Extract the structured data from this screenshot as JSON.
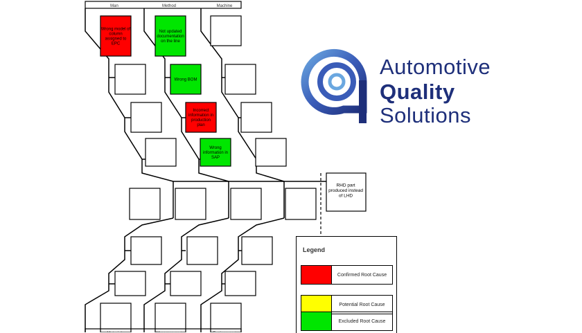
{
  "diagram": {
    "top_headers": [
      "Man",
      "Method",
      "Machine"
    ],
    "bottom_headers": [
      "Material",
      "Measurement",
      "Environment"
    ],
    "effect": "RHD part produced instead of LHD",
    "causes": [
      {
        "text": "Wrong model of column assigned to EPC",
        "status": "confirmed"
      },
      {
        "text": "Not updated documentation on the line",
        "status": "excluded"
      },
      {
        "text": "Wrong BOM",
        "status": "excluded"
      },
      {
        "text": "Incorrect information in production plan",
        "status": "confirmed"
      },
      {
        "text": "Wrong information in SAP",
        "status": "excluded"
      }
    ]
  },
  "legend": {
    "title": "Legend",
    "items": [
      {
        "label": "Confirmed Root Cause",
        "color": "#ff0000"
      },
      {
        "label": "Potential Root Cause",
        "color": "#ffff00"
      },
      {
        "label": "Excluded Root Cause",
        "color": "#00e600"
      }
    ]
  },
  "logo": {
    "line1": "Automotive",
    "line2": "Quality",
    "line3": "Solutions",
    "colors": {
      "dark": "#1e2f7a",
      "mid": "#3a5cb8",
      "light": "#6aa7e0"
    }
  },
  "colors": {
    "confirmed": "#ff0000",
    "excluded": "#00e600",
    "potential": "#ffff00"
  }
}
